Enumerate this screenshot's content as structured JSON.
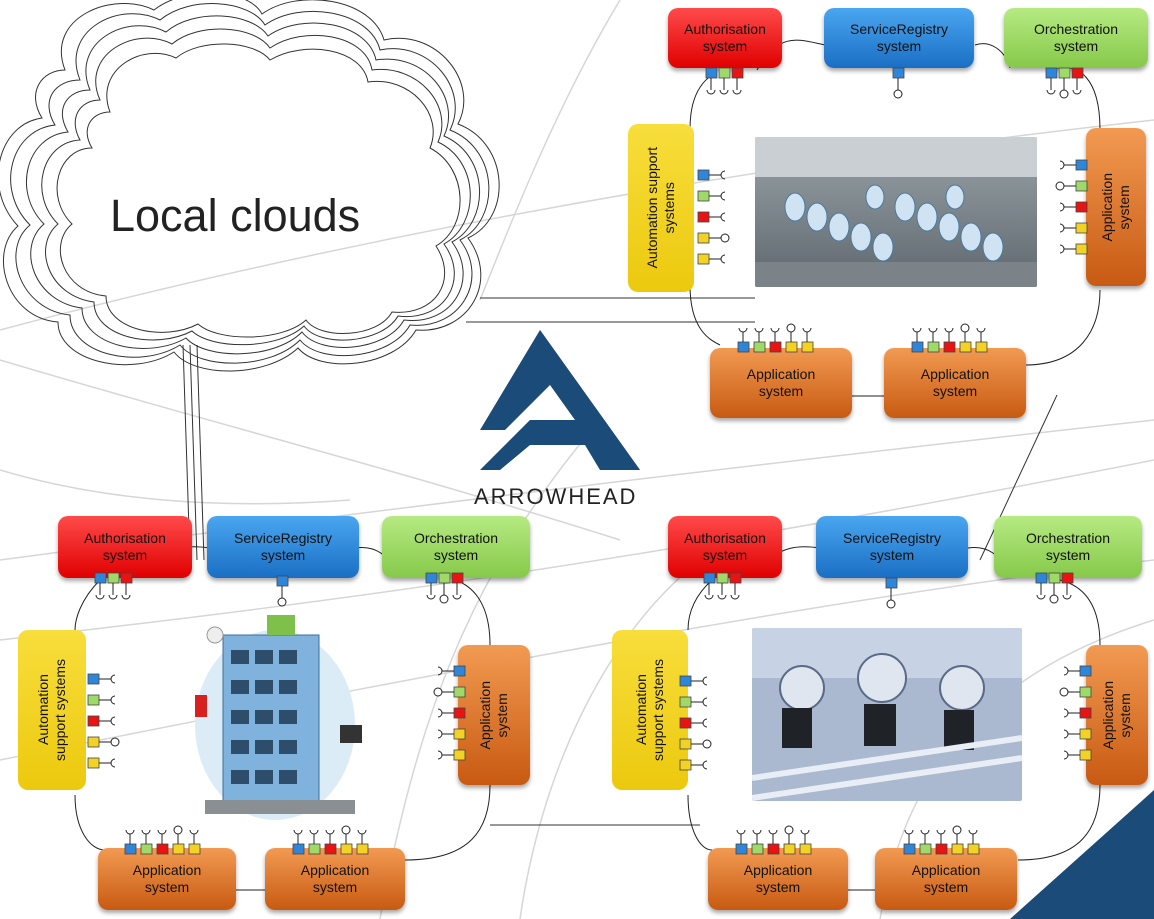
{
  "diagram": {
    "cloud_label": "Local clouds",
    "logo_text": "ARROWHEAD",
    "colors": {
      "authorisation": "#e81414",
      "service_registry": "#2f86d8",
      "orchestration": "#9fd96a",
      "automation_support": "#f2d226",
      "application": "#df7a30",
      "logo": "#1b4b78"
    },
    "clouds": [
      {
        "authorisation_label": "Authorisation\nsystem",
        "service_registry_label": "ServiceRegistry\nsystem",
        "orchestration_label": "Orchestration\nsystem",
        "automation_support_label": "Automation support\nsystems",
        "app_right_label": "Application\nsystem",
        "app_bottom1_label": "Application\nsystem",
        "app_bottom2_label": "Application\nsystem",
        "photo": "factory-conveyor-photo"
      },
      {
        "authorisation_label": "Authorisation\nsystem",
        "service_registry_label": "ServiceRegistry\nsystem",
        "orchestration_label": "Orchestration\nsystem",
        "automation_support_label": "Automation\nsupport systems",
        "app_right_label": "Application\nsystem",
        "app_bottom1_label": "Application\nsystem",
        "app_bottom2_label": "Application\nsystem",
        "photo": "smart-building-illustration"
      },
      {
        "authorisation_label": "Authorisation\nsystem",
        "service_registry_label": "ServiceRegistry\nsystem",
        "orchestration_label": "Orchestration\nsystem",
        "automation_support_label": "Automation\nsupport systems",
        "app_right_label": "Application\nsystem",
        "app_bottom1_label": "Application\nsystem",
        "app_bottom2_label": "Application\nsystem",
        "photo": "process-plant-photo"
      }
    ]
  }
}
